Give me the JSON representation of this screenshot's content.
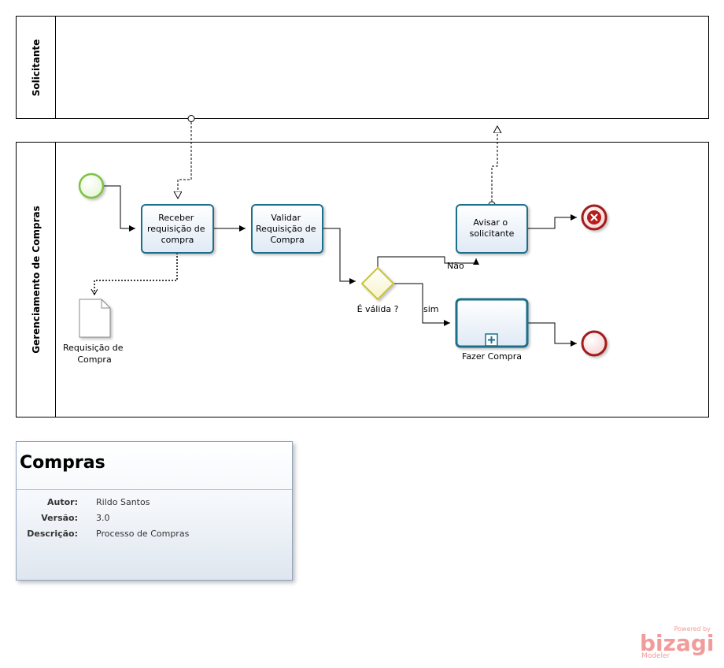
{
  "lanes": {
    "top": "Solicitante",
    "bottom": "Gerenciamento de Compras"
  },
  "tasks": {
    "receber": [
      "Receber",
      "requisição de",
      "compra"
    ],
    "validar": [
      "Validar",
      "Requisição de",
      "Compra"
    ],
    "avisar": [
      "Avisar o",
      "solicitante"
    ],
    "fazer": "Fazer Compra"
  },
  "gateway": {
    "label": "É válida ?",
    "no_label": "Não",
    "yes_label": "sim"
  },
  "document": [
    "Requisição de",
    "Compra"
  ],
  "info": {
    "title": "Compras",
    "rows": [
      {
        "key": "Autor:",
        "value": "Rildo Santos"
      },
      {
        "key": "Versão:",
        "value": "3.0"
      },
      {
        "key": "Descrição:",
        "value": "Processo de Compras"
      }
    ]
  },
  "branding": {
    "powered": "Powered by",
    "name": "bizagi",
    "sub": "Modeler"
  },
  "colors": {
    "task_border": "#1f6f8b",
    "start_event": "#7dc242",
    "end_event": "#a11b1b",
    "gateway": "#c9c23a"
  }
}
